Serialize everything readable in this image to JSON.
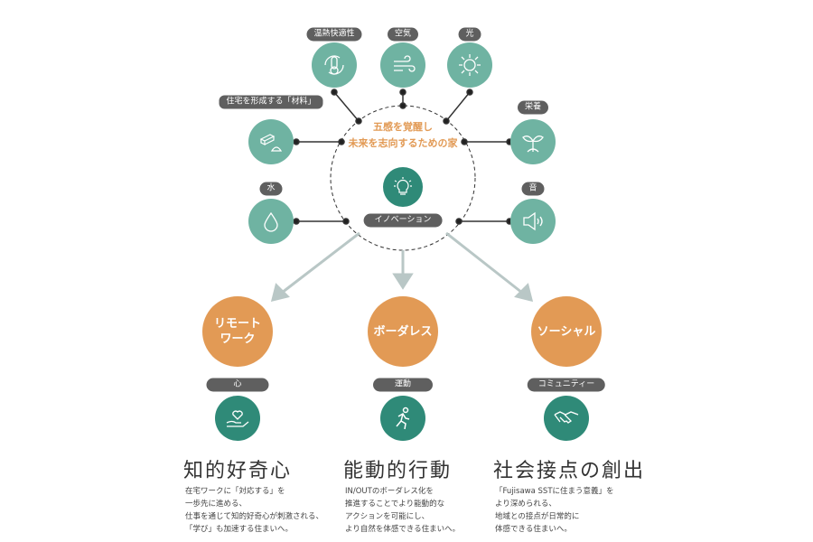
{
  "center": {
    "line1": "五感を覚醒し",
    "line2": "未来を志向するための家",
    "innovation_label": "イノベーション"
  },
  "senses": [
    {
      "label": "温熱快適性",
      "icon": "thermometer-icon"
    },
    {
      "label": "空気",
      "icon": "wind-icon"
    },
    {
      "label": "光",
      "icon": "sun-icon"
    },
    {
      "label": "住宅を形成する「材料」",
      "icon": "materials-icon"
    },
    {
      "label": "栄養",
      "icon": "sprout-icon"
    },
    {
      "label": "水",
      "icon": "water-drop-icon"
    },
    {
      "label": "音",
      "icon": "speaker-icon"
    }
  ],
  "pillars": [
    {
      "name_line1": "リモート",
      "name_line2": "ワーク",
      "tag": "心",
      "icon": "heart-hand-icon",
      "title": "知的好奇心",
      "desc": [
        "在宅ワークに「対応する」を",
        "一歩先に進める、",
        "仕事を通じて知的好奇心が刺激される、",
        "「学び」も加速する住まいへ。"
      ]
    },
    {
      "name_line1": "ボーダレス",
      "name_line2": "",
      "tag": "運動",
      "icon": "runner-icon",
      "title": "能動的行動",
      "desc": [
        "IN/OUTのボーダレス化を",
        "推進することでより能動的な",
        "アクションを可能にし、",
        "より自然を体感できる住まいへ。"
      ]
    },
    {
      "name_line1": "ソーシャル",
      "name_line2": "",
      "tag": "コミュニティー",
      "icon": "handshake-icon",
      "title": "社会接点の創出",
      "desc": [
        "「Fujisawa SSTに住まう意義」を",
        "より深められる、",
        "地域との接点が日常的に",
        "体感できる住まいへ。"
      ]
    }
  ],
  "colors": {
    "teal": "#6fb3a2",
    "dark_teal": "#2f8a78",
    "orange": "#e29a55",
    "pill": "#5f5f5f"
  }
}
